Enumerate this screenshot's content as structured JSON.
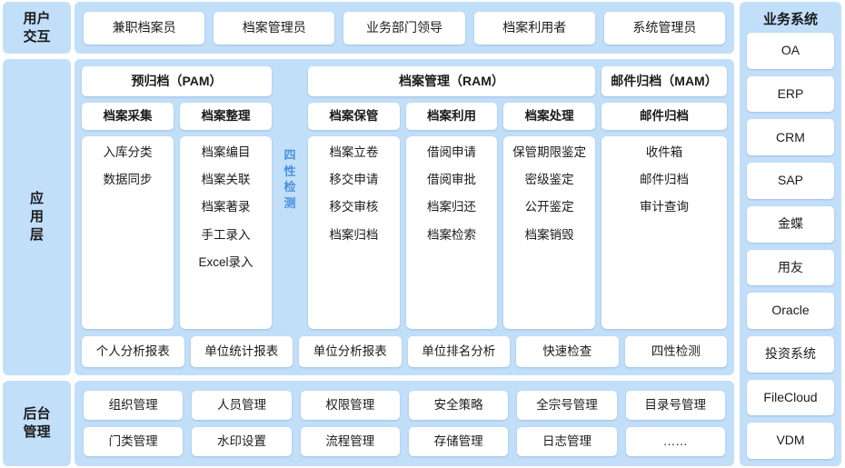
{
  "bands": {
    "user": {
      "label": "用户\n交互",
      "items": [
        "兼职档案员",
        "档案管理员",
        "业务部门领导",
        "档案利用者",
        "系统管理员"
      ]
    },
    "app": {
      "label": "应\n用\n层",
      "group_headers": [
        "预归档（PAM）",
        "档案管理（RAM）",
        "邮件归档（MAM）"
      ],
      "modules": [
        "档案采集",
        "档案整理",
        "档案保管",
        "档案利用",
        "档案处理",
        "邮件归档"
      ],
      "vertical_strip": "四性检测",
      "feature_columns": [
        {
          "items": [
            "入库分类",
            "数据同步"
          ]
        },
        {
          "items": [
            "档案编目",
            "档案关联",
            "档案著录",
            "手工录入",
            "Excel录入"
          ]
        },
        {
          "items": [
            "档案立卷",
            "移交申请",
            "移交审核",
            "档案归档"
          ]
        },
        {
          "items": [
            "借阅申请",
            "借阅审批",
            "档案归还",
            "档案检索"
          ]
        },
        {
          "items": [
            "保管期限鉴定",
            "密级鉴定",
            "公开鉴定",
            "档案销毁"
          ]
        },
        {
          "items": [
            "收件箱",
            "邮件归档",
            "审计查询"
          ]
        }
      ],
      "reports": [
        "个人分析报表",
        "单位统计报表",
        "单位分析报表",
        "单位排名分析",
        "快速检查",
        "四性检测"
      ]
    },
    "admin": {
      "label": "后台\n管理",
      "rows": [
        [
          "组织管理",
          "人员管理",
          "权限管理",
          "安全策略",
          "全宗号管理",
          "目录号管理"
        ],
        [
          "门类管理",
          "水印设置",
          "流程管理",
          "存储管理",
          "日志管理",
          "……"
        ]
      ]
    }
  },
  "business_systems": {
    "title": "业务系统",
    "items": [
      "OA",
      "ERP",
      "CRM",
      "SAP",
      "金蝶",
      "用友",
      "Oracle",
      "投资系统",
      "FileCloud",
      "VDM"
    ]
  },
  "colors": {
    "panel_bg": "#c2dffa",
    "card_bg": "#ffffff",
    "text": "#1b1b1b",
    "accent_blue": "#4a90dd",
    "page_bg": "#ffffff"
  }
}
